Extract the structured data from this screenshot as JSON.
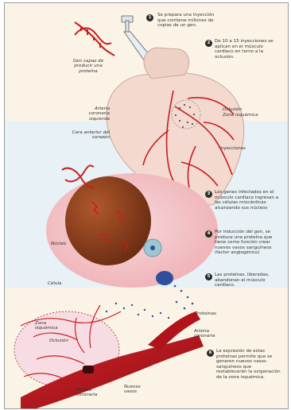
{
  "steps": [
    {
      "number": "1",
      "text": "Se prepara una inyección que contiene millones de copias de un gen."
    },
    {
      "number": "2",
      "text": "De 10 a 15 inyecciones se aplican en el músculo cardíaco en torno a la oclusión."
    },
    {
      "number": "3",
      "text": "Los genes infectados en el músculo cardíaco ingresan a las células miocárdicas alcanzando sus núcleos"
    },
    {
      "number": "4",
      "text": "Por inducción del gen, se produce una proteína que tiene como función crear nuevos vasos sanguíneos (factor angiogénico)"
    },
    {
      "number": "5",
      "text": "Las proteínas, liberadas, abandonan el músculo cardíaco."
    },
    {
      "number": "6",
      "text": "La expresión de estas proteínas permite que se generen nuevos vasos sanguíneos que restablecerán la oxigenación de la zona isquémica."
    }
  ],
  "labels": {
    "gen": "Gen capaz de producir una proteína",
    "arteria_coronaria_izquierda": "Arteria coronaria izquierda",
    "cara_anterior": "Cara anterior del corazón",
    "oclusion_heart": "Oclusión",
    "zona_isquemica_heart": "Zona isquémica",
    "inyecciones": "Inyecciones",
    "nucleo": "Núcleo",
    "celula": "Célula",
    "proteinas": "Proteínas",
    "zona_isquemica_bottom": "Zona isquémica",
    "oclusion_bottom": "Oclusión",
    "arteria_coronaria_right": "Arteria coronaria",
    "arteria_coronaria_bottom": "Arteria coronaria",
    "nuevos_vasos": "Nuevos vasos"
  },
  "colors": {
    "background": "#fbf4e6",
    "heart_skin": "#f3d9cf",
    "vessel_red": "#c81e1e",
    "cell_pink": "#f3c6c8",
    "nucleus_brown": "#8a3f1d",
    "protein_blue": "#2f4f9c",
    "artery_red": "#b0141b"
  }
}
